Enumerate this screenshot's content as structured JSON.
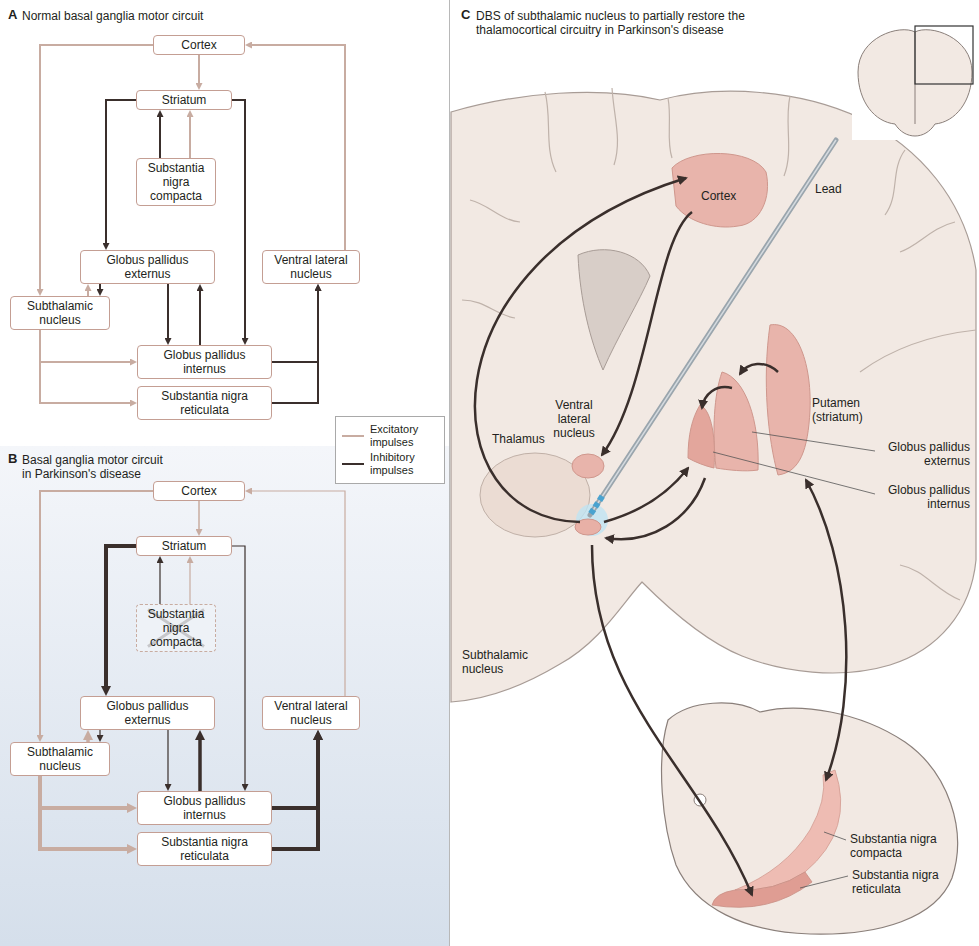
{
  "diagram": {
    "nodes": [
      {
        "text": [
          "Cortex"
        ]
      },
      {
        "text": [
          "Striatum"
        ]
      },
      {
        "text": [
          "Substantia nigra compacta"
        ]
      },
      {
        "text": [
          "Globus pallidus externus"
        ]
      },
      {
        "text": [
          "Ventral lateral nucleus"
        ]
      },
      {
        "text": [
          "Subthalamic nucleus"
        ]
      },
      {
        "text": [
          "Globus pallidus internus"
        ]
      },
      {
        "text": [
          "Substantia nigra reticulata"
        ]
      },
      {
        "text": [
          "Cortex"
        ]
      },
      {
        "text": [
          "Striatum"
        ]
      },
      {
        "text": [
          "Substantia nigra compacta"
        ]
      },
      {
        "text": [
          "Globus pallidus externus"
        ]
      },
      {
        "text": [
          "Ventral lateral nucleus"
        ]
      },
      {
        "text": [
          "Subthalamic nucleus"
        ]
      },
      {
        "text": [
          "Globus pallidus internus"
        ]
      },
      {
        "text": [
          "Substantia nigra reticulata"
        ]
      }
    ],
    "edges": [
      {
        "from": 0,
        "to": 1,
        "arrow": "to"
      },
      {
        "from": 0,
        "to": 5,
        "arrow": "to"
      },
      {
        "from": 4,
        "to": 0,
        "arrow": "to"
      },
      {
        "from": 2,
        "to": 1,
        "arrow": "to"
      },
      {
        "from": 2,
        "to": 1,
        "arrow": "to"
      },
      {
        "from": 1,
        "to": 3,
        "arrow": "to"
      },
      {
        "from": 1,
        "to": 6,
        "arrow": "to"
      },
      {
        "from": 3,
        "to": 5,
        "arrow": "to"
      },
      {
        "from": 5,
        "to": 3,
        "arrow": "to"
      },
      {
        "from": 5,
        "to": 6,
        "arrow": "to"
      },
      {
        "from": 5,
        "to": 7,
        "arrow": "to"
      },
      {
        "from": 3,
        "to": 6,
        "arrow": "to"
      },
      {
        "from": 6,
        "to": 3,
        "arrow": "to"
      },
      {
        "from": 6,
        "to": 4,
        "arrow": "to"
      },
      {
        "from": 7,
        "to": 4,
        "arrow": "to"
      },
      {
        "from": 8,
        "to": 9,
        "arrow": "to"
      },
      {
        "from": 8,
        "to": 13,
        "arrow": "to"
      },
      {
        "from": 12,
        "to": 8,
        "arrow": "to"
      },
      {
        "from": 10,
        "to": 9,
        "arrow": "to"
      },
      {
        "from": 10,
        "to": 9,
        "arrow": "to"
      },
      {
        "from": 9,
        "to": 11,
        "arrow": "to"
      },
      {
        "from": 9,
        "to": 14,
        "arrow": "to"
      },
      {
        "from": 11,
        "to": 13,
        "arrow": "to"
      },
      {
        "from": 13,
        "to": 11,
        "arrow": "to"
      },
      {
        "from": 13,
        "to": 14,
        "arrow": "to"
      },
      {
        "from": 13,
        "to": 15,
        "arrow": "to"
      },
      {
        "from": 11,
        "to": 14,
        "arrow": "to"
      },
      {
        "from": 14,
        "to": 11,
        "arrow": "to"
      },
      {
        "from": 14,
        "to": 12,
        "arrow": "to"
      },
      {
        "from": 15,
        "to": 12,
        "arrow": "to"
      }
    ],
    "labels": [
      "A",
      "Normal basal ganglia motor circuit",
      "B",
      "Basal ganglia motor circuit in Parkinson's disease",
      "C",
      "DBS of subthalamic nucleus to partially restore the thalamocortical circuitry in Parkinson's disease",
      "Cortex",
      "Lead",
      "Thalamus",
      "Ventral lateral nucleus",
      "Putamen (striatum)",
      "Globus pallidus externus",
      "Globus pallidus internus",
      "Subthalamic nucleus",
      "Substantia nigra compacta",
      "Substantia nigra reticulata"
    ],
    "legend": [
      {
        "text": "Excitatory impulses"
      },
      {
        "text": "Inhibitory impulses"
      }
    ]
  }
}
